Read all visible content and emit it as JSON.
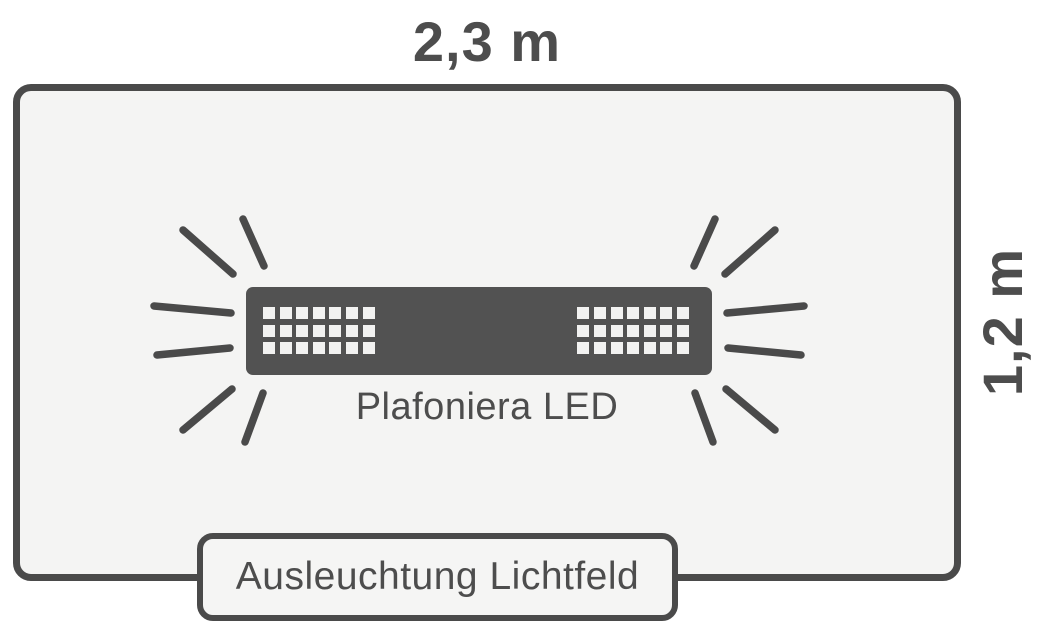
{
  "diagram": {
    "title": "Ausleuchtung Lichtfeld",
    "width_label": "2,3 m",
    "height_label": "1,2 m",
    "fixture_label": "Plafoniera LED"
  },
  "led_panel": {
    "grid_rows": 3,
    "grid_cols": 7,
    "grid_count": 2,
    "ray_count": 12
  },
  "colors": {
    "stroke": "#4a4a4a",
    "text": "#4d4d4d",
    "panel": "#525252",
    "field_bg": "#f4f4f3",
    "badge_bg": "#f5f5f4",
    "page_bg": "#ffffff",
    "led_cell": "#f2f2f1"
  }
}
